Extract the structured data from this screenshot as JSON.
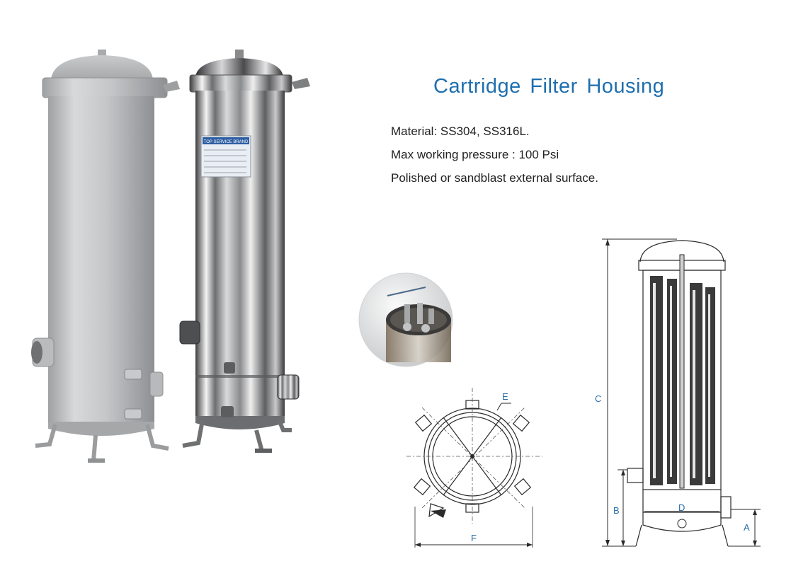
{
  "heading": {
    "title": "Cartridge Filter Housing"
  },
  "specs": [
    "Material: SS304, SS316L.",
    "Max working pressure : 100 Psi",
    "Polished or sandblast external surface."
  ],
  "diagram_labels": {
    "top_view": {
      "e": "E",
      "f": "F"
    },
    "side_view": {
      "a": "A",
      "b": "B",
      "c": "C",
      "d": "D"
    }
  },
  "nameplate_text": "TOP SERVICE BRAND"
}
